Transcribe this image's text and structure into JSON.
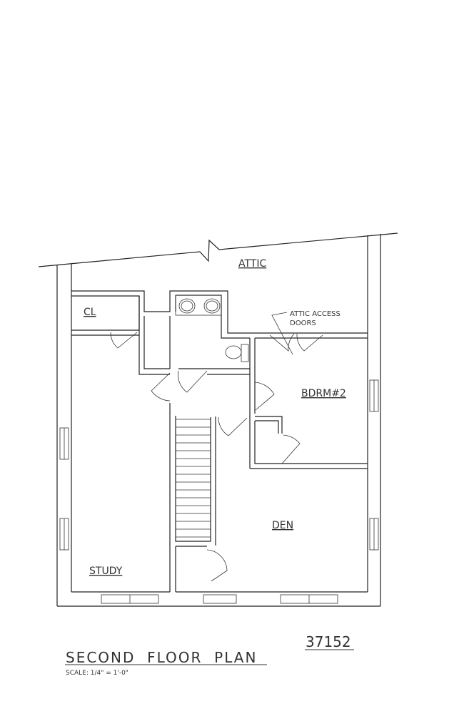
{
  "rooms": {
    "attic": "ATTIC",
    "closet": "CL",
    "bedroom": "BDRM#2",
    "den": "DEN",
    "study": "STUDY"
  },
  "annotations": {
    "attic_access_line1": "ATTIC ACCESS",
    "attic_access_line2": "DOORS"
  },
  "title_block": {
    "title": "SECOND  FLOOR  PLAN",
    "scale": "SCALE: 1/4\" = 1'-0\"",
    "plan_number": "37152"
  }
}
